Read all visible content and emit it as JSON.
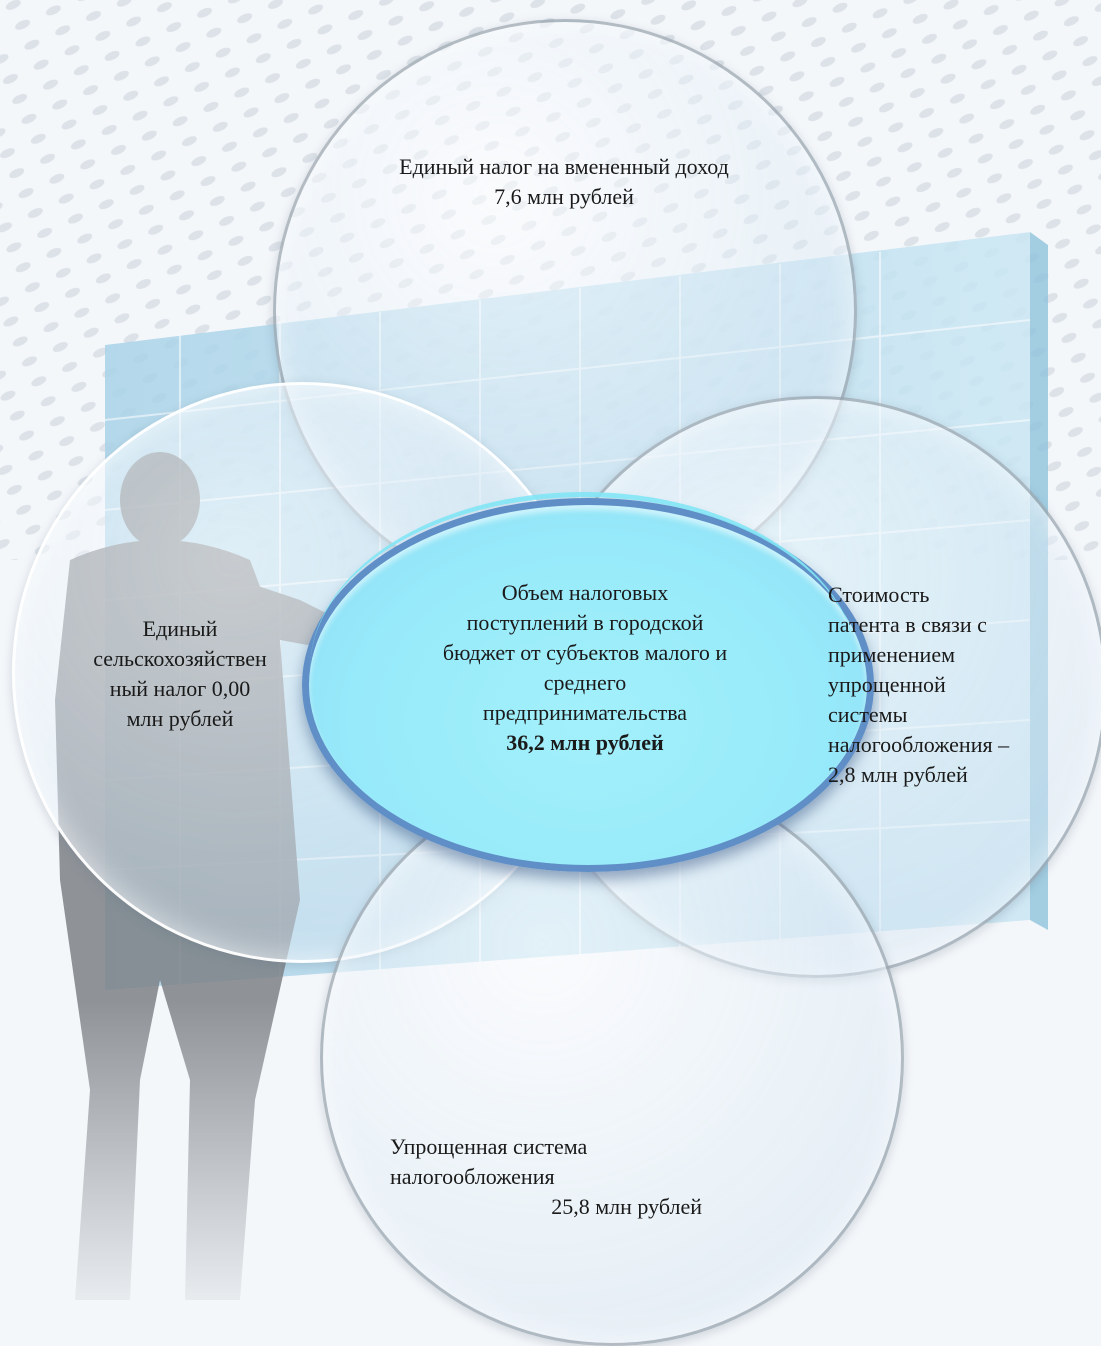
{
  "center": {
    "lines": [
      "Объем налоговых",
      "поступлений в городской",
      "бюджет от субъектов малого и",
      "среднего",
      "предпринимательства"
    ],
    "total": "36,2 млн рублей"
  },
  "top": {
    "lines": [
      "Единый налог на вмененный доход",
      "7,6 млн рублей"
    ]
  },
  "left": {
    "lines": [
      "Единый",
      "сельскохозяйствен",
      "ный налог 0,00",
      "млн рублей"
    ]
  },
  "right": {
    "lines": [
      "Стоимость",
      "патента в связи с",
      "применением",
      "упрощенной",
      "системы",
      "налогообложения –",
      "2,8 млн рублей"
    ]
  },
  "bottom": {
    "lines": [
      "Упрощенная система",
      "налогообложения",
      "25,8 млн рублей"
    ]
  },
  "colors": {
    "center_fill": "#97eafa",
    "center_border": "#5f8fc6",
    "bubble_fill": "#e0ecf6"
  }
}
